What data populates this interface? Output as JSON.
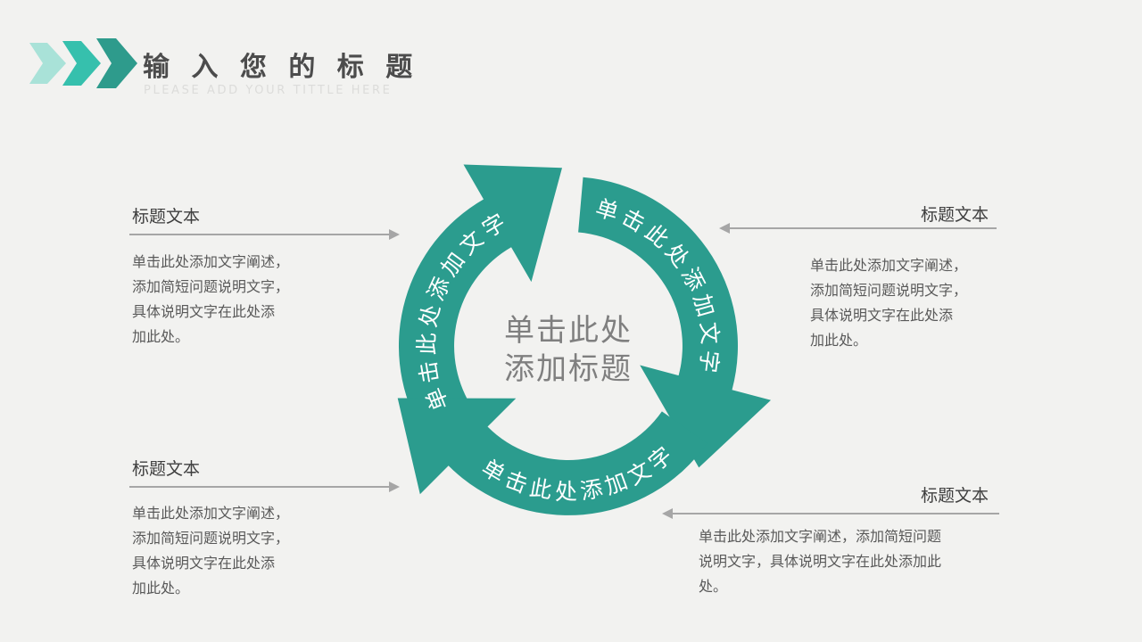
{
  "header": {
    "title": "输 入 您 的 标 题",
    "subtitle": "PLEASE ADD YOUR TITTLE HERE"
  },
  "diagram": {
    "center_title": "单击此处\n添加标题",
    "arrow_left_label": "单击此处添加文字",
    "arrow_right_label": "单击此处添加文字",
    "arrow_bottom_label": "单击此处添加文字"
  },
  "callouts": {
    "top_left": {
      "title": "标题文本",
      "body": "单击此处添加文字阐述，\n添加简短问题说明文字，\n具体说明文字在此处添\n加此处。"
    },
    "top_right": {
      "title": "标题文本",
      "body": "单击此处添加文字阐述，\n添加简短问题说明文字，\n具体说明文字在此处添\n加此处。"
    },
    "bottom_left": {
      "title": "标题文本",
      "body": "单击此处添加文字阐述，\n添加简短问题说明文字，\n具体说明文字在此处添\n加此处。"
    },
    "bottom_right": {
      "title": "标题文本",
      "body": "单击此处添加文字阐述，添加简短问题\n说明文字，具体说明文字在此处添加此\n处。"
    }
  },
  "colors": {
    "arrow_teal": "#2b9c8e",
    "chevron_light": "#a9e2d8",
    "chevron_mid": "#36c0ad",
    "chevron_dark": "#2e9b8c",
    "background": "#f2f2f0",
    "connector_gray": "#a6a6a6",
    "center_text_gray": "#7f7f7f"
  }
}
